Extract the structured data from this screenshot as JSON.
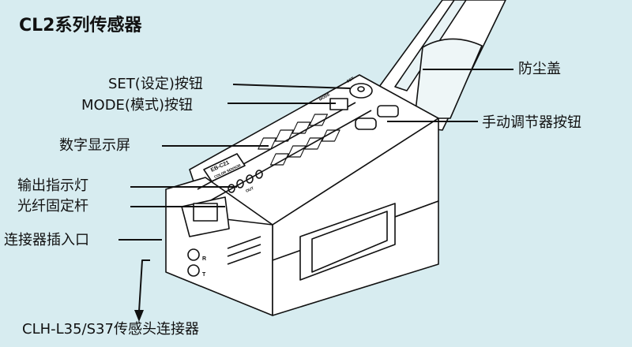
{
  "title": "CL2系列传感器",
  "labels": {
    "set_button": "SET(设定)按钮",
    "mode_button": "MODE(模式)按钮",
    "display": "数字显示屏",
    "output_led": "输出指示灯",
    "fiber_lever": "光纤固定杆",
    "connector_port": "连接器插入口",
    "head_connector": "CLH-L35/S37传感头连接器",
    "dust_cover": "防尘盖",
    "manual_adjust": "手动调节器按钮"
  },
  "device": {
    "model": "EB-C21",
    "type": "COLOR SENSOR",
    "out": "OUT",
    "mode": "MODE",
    "set": "SET",
    "port_r": "R",
    "port_t": "T"
  }
}
